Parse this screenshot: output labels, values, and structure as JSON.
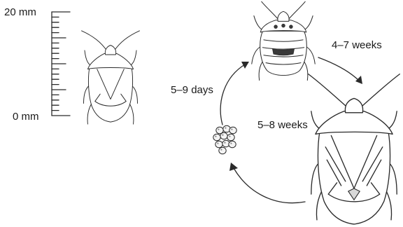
{
  "scale": {
    "top_label": "20 mm",
    "bottom_label": "0 mm"
  },
  "cycle": {
    "label_eggs_to_nymph": "5–9 days",
    "label_nymph_to_adult": "4–7 weeks",
    "label_adult_to_eggs": "5–8 weeks"
  },
  "stages": {
    "reference_adult": "adult-bug-icon",
    "nymph": "nymph-bug-icon",
    "adult": "adult-bug-icon",
    "eggs": "egg-cluster-icon"
  }
}
